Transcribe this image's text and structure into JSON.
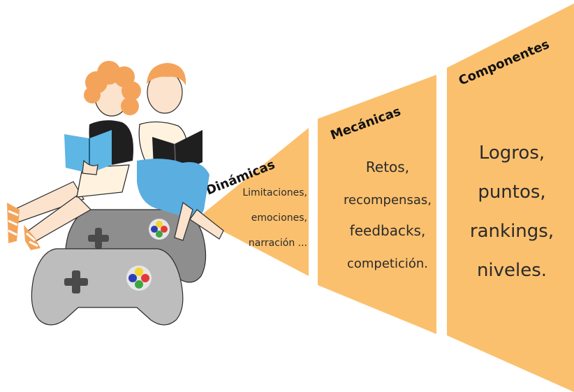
{
  "colors": {
    "panel_fill": "#FBC06E",
    "controller_light": "#BDBDBD",
    "controller_dark": "#8E8E8E",
    "dpad": "#4A4A4A",
    "btn_yellow": "#F6D52C",
    "btn_red": "#E53935",
    "btn_blue": "#2F3DB5",
    "btn_green": "#3BA743",
    "hair": "#F4A45A",
    "book_blue": "#5EB6E4",
    "jeans": "#5AAEE0",
    "skin": "#FBE3CD"
  },
  "illustration": {
    "characters": [
      "reader-girl",
      "reader-boy"
    ],
    "controllers": [
      "game-controller-front",
      "game-controller-back"
    ]
  },
  "panels": [
    {
      "title": "Dinámicas",
      "items": [
        "Limitaciones,",
        "emociones,",
        "narración ..."
      ]
    },
    {
      "title": "Mecánicas",
      "items": [
        "Retos,",
        "recompensas,",
        "feedbacks,",
        "competición."
      ]
    },
    {
      "title": "Componentes",
      "items": [
        "Logros,",
        "puntos,",
        "rankings,",
        "niveles."
      ]
    }
  ]
}
